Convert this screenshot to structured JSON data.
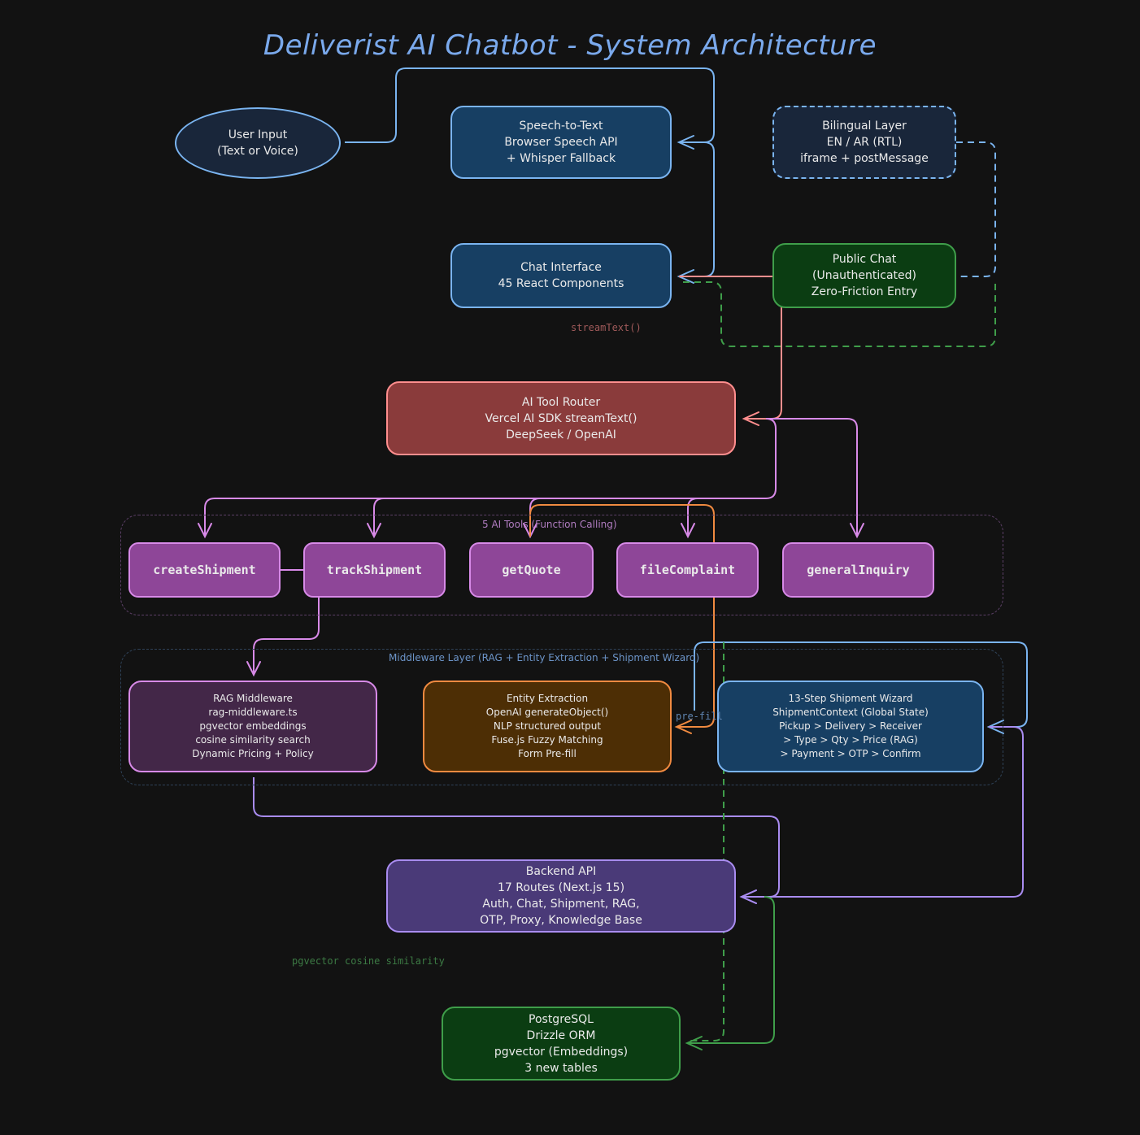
{
  "title": "Deliverist AI Chatbot - System Architecture",
  "nodes": {
    "user_input": [
      "User Input",
      "(Text or Voice)"
    ],
    "speech_to_text": [
      "Speech-to-Text",
      "Browser Speech API",
      "+ Whisper Fallback"
    ],
    "bilingual": [
      "Bilingual Layer",
      "EN / AR (RTL)",
      "iframe + postMessage"
    ],
    "chat_interface": [
      "Chat Interface",
      "45 React Components"
    ],
    "public_chat": [
      "Public Chat",
      "(Unauthenticated)",
      "Zero-Friction Entry"
    ],
    "ai_router": [
      "AI Tool Router",
      "Vercel AI SDK streamText()",
      "DeepSeek / OpenAI"
    ],
    "rag": [
      "RAG Middleware",
      "rag-middleware.ts",
      "pgvector embeddings",
      "cosine similarity search",
      "Dynamic Pricing + Policy"
    ],
    "entity": [
      "Entity Extraction",
      "OpenAI generateObject()",
      "NLP structured output",
      "Fuse.js Fuzzy Matching",
      "Form Pre-fill"
    ],
    "wizard": [
      "13-Step Shipment Wizard",
      "ShipmentContext (Global State)",
      "Pickup > Delivery > Receiver",
      "> Type > Qty > Price (RAG)",
      "> Payment > OTP > Confirm"
    ],
    "backend": [
      "Backend API",
      "17 Routes (Next.js 15)",
      "Auth, Chat, Shipment, RAG,",
      "OTP, Proxy, Knowledge Base"
    ],
    "postgres": [
      "PostgreSQL",
      "Drizzle ORM",
      "pgvector (Embeddings)",
      "3 new tables"
    ]
  },
  "tools": [
    "createShipment",
    "trackShipment",
    "getQuote",
    "fileComplaint",
    "generalInquiry"
  ],
  "groups": {
    "tools_label": "5 AI Tools (Function Calling)",
    "middleware_label": "Middleware Layer (RAG + Entity Extraction + Shipment Wizard)"
  },
  "edge_labels": {
    "stream": "streamText()",
    "prefill": "pre-fill",
    "pgvector": "pgvector cosine similarity"
  },
  "colors": {
    "blue": "#7ab4f0",
    "blue_fill": "#173f63",
    "green": "#3f9e4a",
    "green_fill": "#0b3d12",
    "red": "#ff8e8e",
    "red_fill": "#8a3b3b",
    "purple": "#d88ae8",
    "purple_fill": "#8e4698",
    "violet": "#a98cf0",
    "violet_fill": "#4a3a78",
    "orange": "#f08a40",
    "orange_fill": "#4d2e05",
    "rag_fill": "#432748"
  }
}
